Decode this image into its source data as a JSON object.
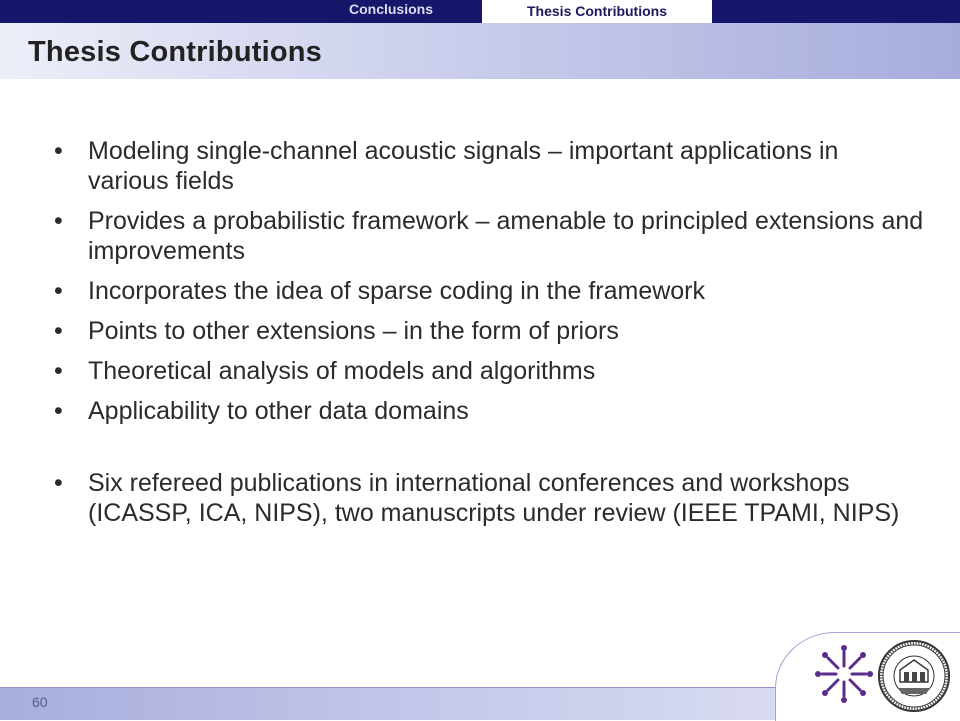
{
  "header": {
    "tabs": [
      {
        "label": "Conclusions",
        "active": false
      },
      {
        "label": "Thesis Contributions",
        "active": true
      }
    ],
    "title": "Thesis Contributions"
  },
  "bullets": [
    "Modeling single-channel acoustic signals – important applications in various fields",
    "Provides a probabilistic framework – amenable to principled extensions and improvements",
    "Incorporates the idea of sparse coding in the framework",
    "Points to other extensions – in the form of priors",
    "Theoretical analysis of models and algorithms",
    "Applicability to other data domains",
    "Six refereed publications in international conferences and workshops (ICASSP, ICA, NIPS), two manuscripts under review (IEEE TPAMI, NIPS)"
  ],
  "bullet_marker": "•",
  "footer": {
    "page_number": "60",
    "logos": [
      "starburst-logo",
      "university-seal-logo"
    ]
  },
  "colors": {
    "top_strip": "#16166a",
    "title_band_light": "#eceef8",
    "title_band_dark": "#a7acdc",
    "accent_purple": "#5b2d8a",
    "text": "#2b2b2b"
  }
}
